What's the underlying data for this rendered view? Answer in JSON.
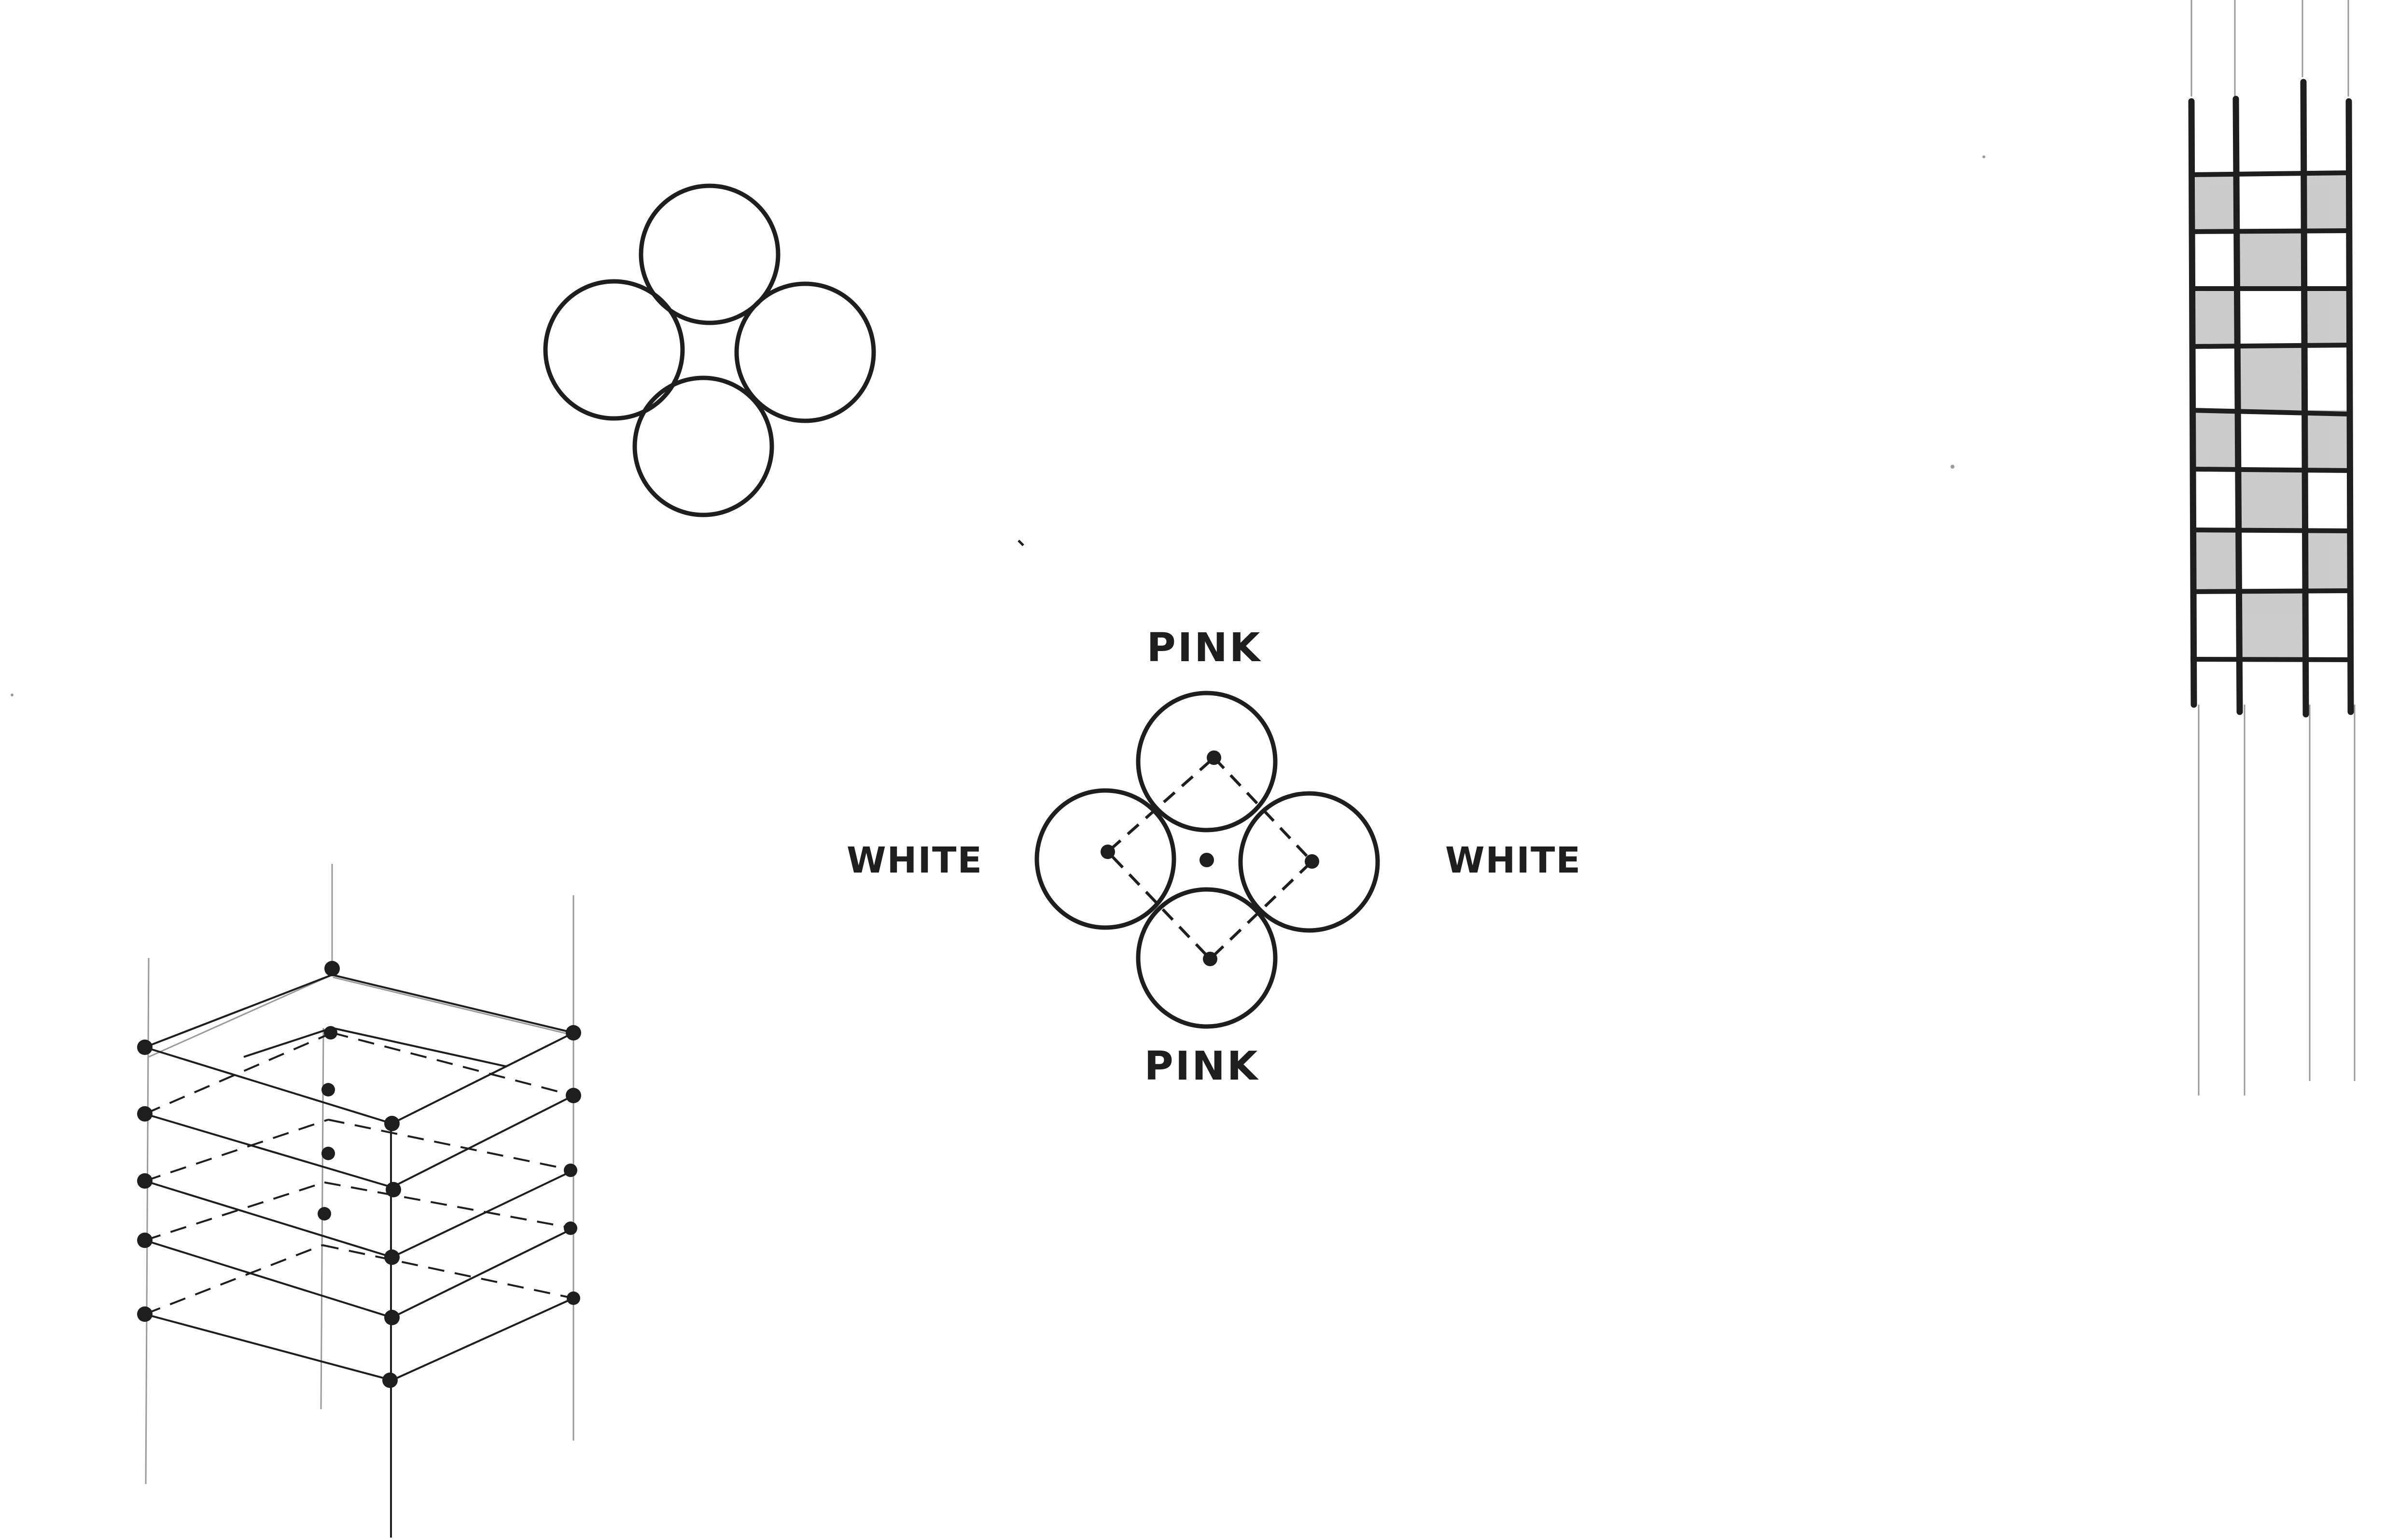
{
  "labels": {
    "top": "PINK",
    "bottom": "PINK",
    "left": "WHITE",
    "right": "WHITE"
  },
  "colors": {
    "ink": "#1e1e1e",
    "pencil": "#9a9a9a",
    "shade": "#c6c6c6"
  }
}
